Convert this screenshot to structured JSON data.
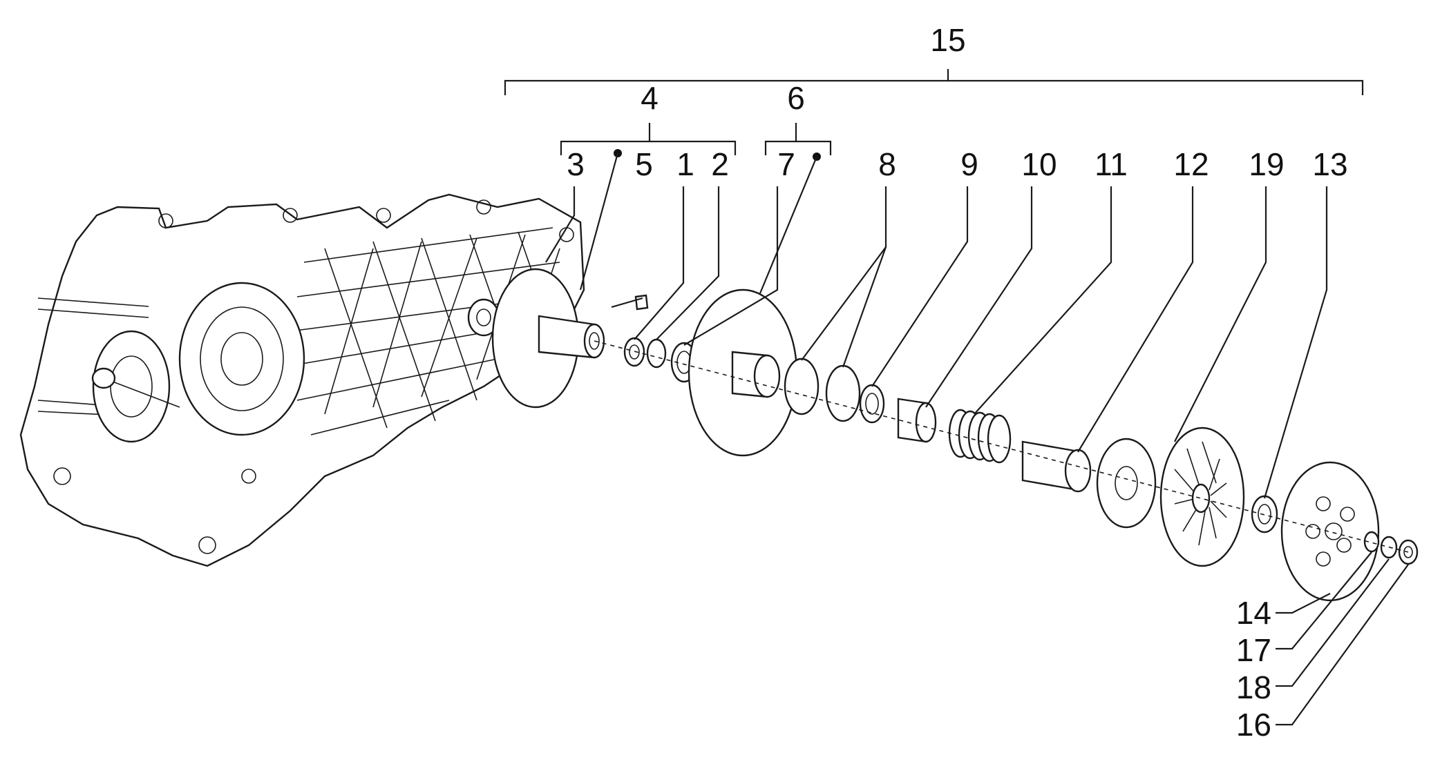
{
  "callouts": {
    "n1": "1",
    "n2": "2",
    "n3": "3",
    "n4": "4",
    "n5": "5",
    "n6": "6",
    "n7": "7",
    "n8": "8",
    "n9": "9",
    "n10": "10",
    "n11": "11",
    "n12": "12",
    "n13": "13",
    "n14": "14",
    "n15": "15",
    "n16": "16",
    "n17": "17",
    "n18": "18",
    "n19": "19"
  },
  "colors": {
    "line": "#1a1a1a",
    "background": "#ffffff"
  }
}
